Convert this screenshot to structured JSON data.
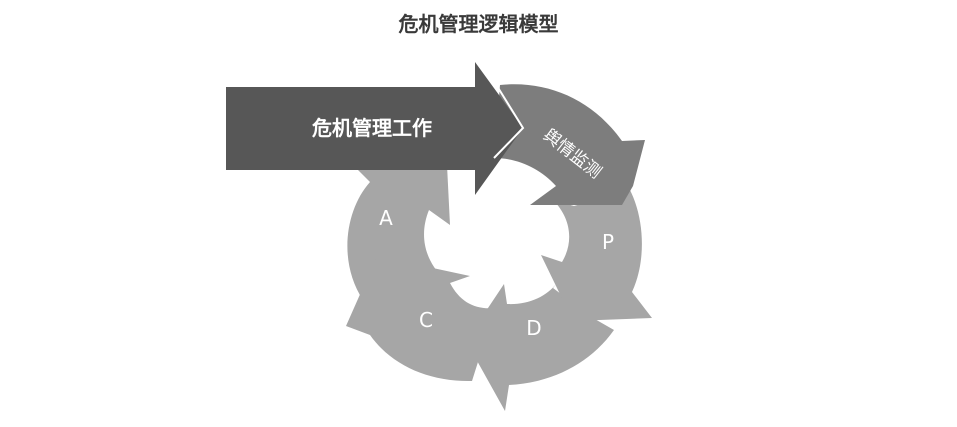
{
  "title": "危机管理逻辑模型",
  "main_arrow": {
    "label": "危机管理工作"
  },
  "cycle": {
    "monitor": "舆情监测",
    "p": "P",
    "d": "D",
    "c": "C",
    "a": "A"
  },
  "colors": {
    "main_arrow": "#575757",
    "monitor_segment": "#7d7d7d",
    "segment": "#a6a6a6"
  }
}
